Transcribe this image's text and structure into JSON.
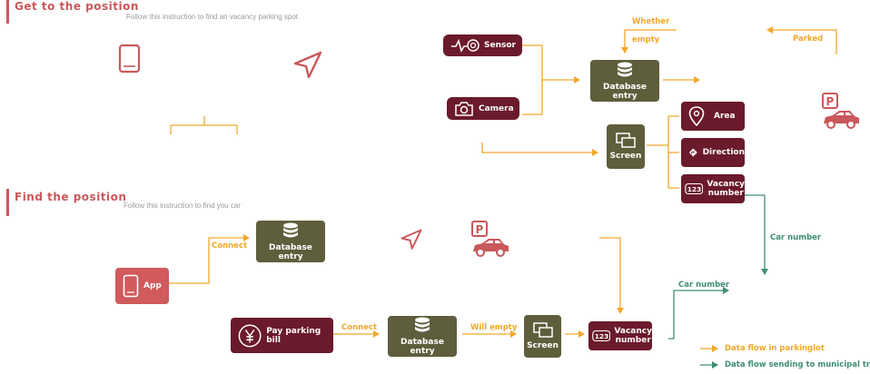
{
  "sections": {
    "get": {
      "title": "Get to the position",
      "subtitle": "Follow this instruction to find an vacancy parking spot"
    },
    "find": {
      "title": "Find the position",
      "subtitle": "Follow this instruction to find you car"
    }
  },
  "nodes": {
    "sensor": "Sensor",
    "camera": "Camera",
    "db_top": "Database entry",
    "screen_top": "Screen",
    "area": "Area",
    "direction": "Direction",
    "vacancy_top_1": "Vacancy",
    "vacancy_top_2": "number",
    "app": "App",
    "db_find": "Database entry",
    "pay": "Pay parking bill",
    "db_bottom": "Database entry",
    "screen_bottom": "Screen",
    "vacancy_bottom_1": "Vacancy",
    "vacancy_bottom_2": "number"
  },
  "edge_labels": {
    "whether": "Whether",
    "empty": "empty",
    "parked": "Parked",
    "car_number_right": "Car number",
    "connect_app": "Connect",
    "connect_pay": "Connect",
    "will_empty": "Will empty",
    "car_number_bottom": "Car number"
  },
  "legend": {
    "parkinglot": "Data flow in parkinglot",
    "municipal": "Data flow sending to municipal traffic"
  },
  "colors": {
    "accent_red": "#c9585a",
    "maroon": "#6b1a2c",
    "olive": "#5e5e3c",
    "flow_yellow": "#f0a82a",
    "flow_green": "#3f8f76"
  },
  "icons": [
    "tablet-icon",
    "navigation-arrow-icon",
    "parking-car-icon",
    "sensor-icon",
    "camera-icon",
    "database-icon",
    "screen-icon",
    "map-pin-icon",
    "direction-sign-icon",
    "number-icon",
    "yen-icon"
  ]
}
